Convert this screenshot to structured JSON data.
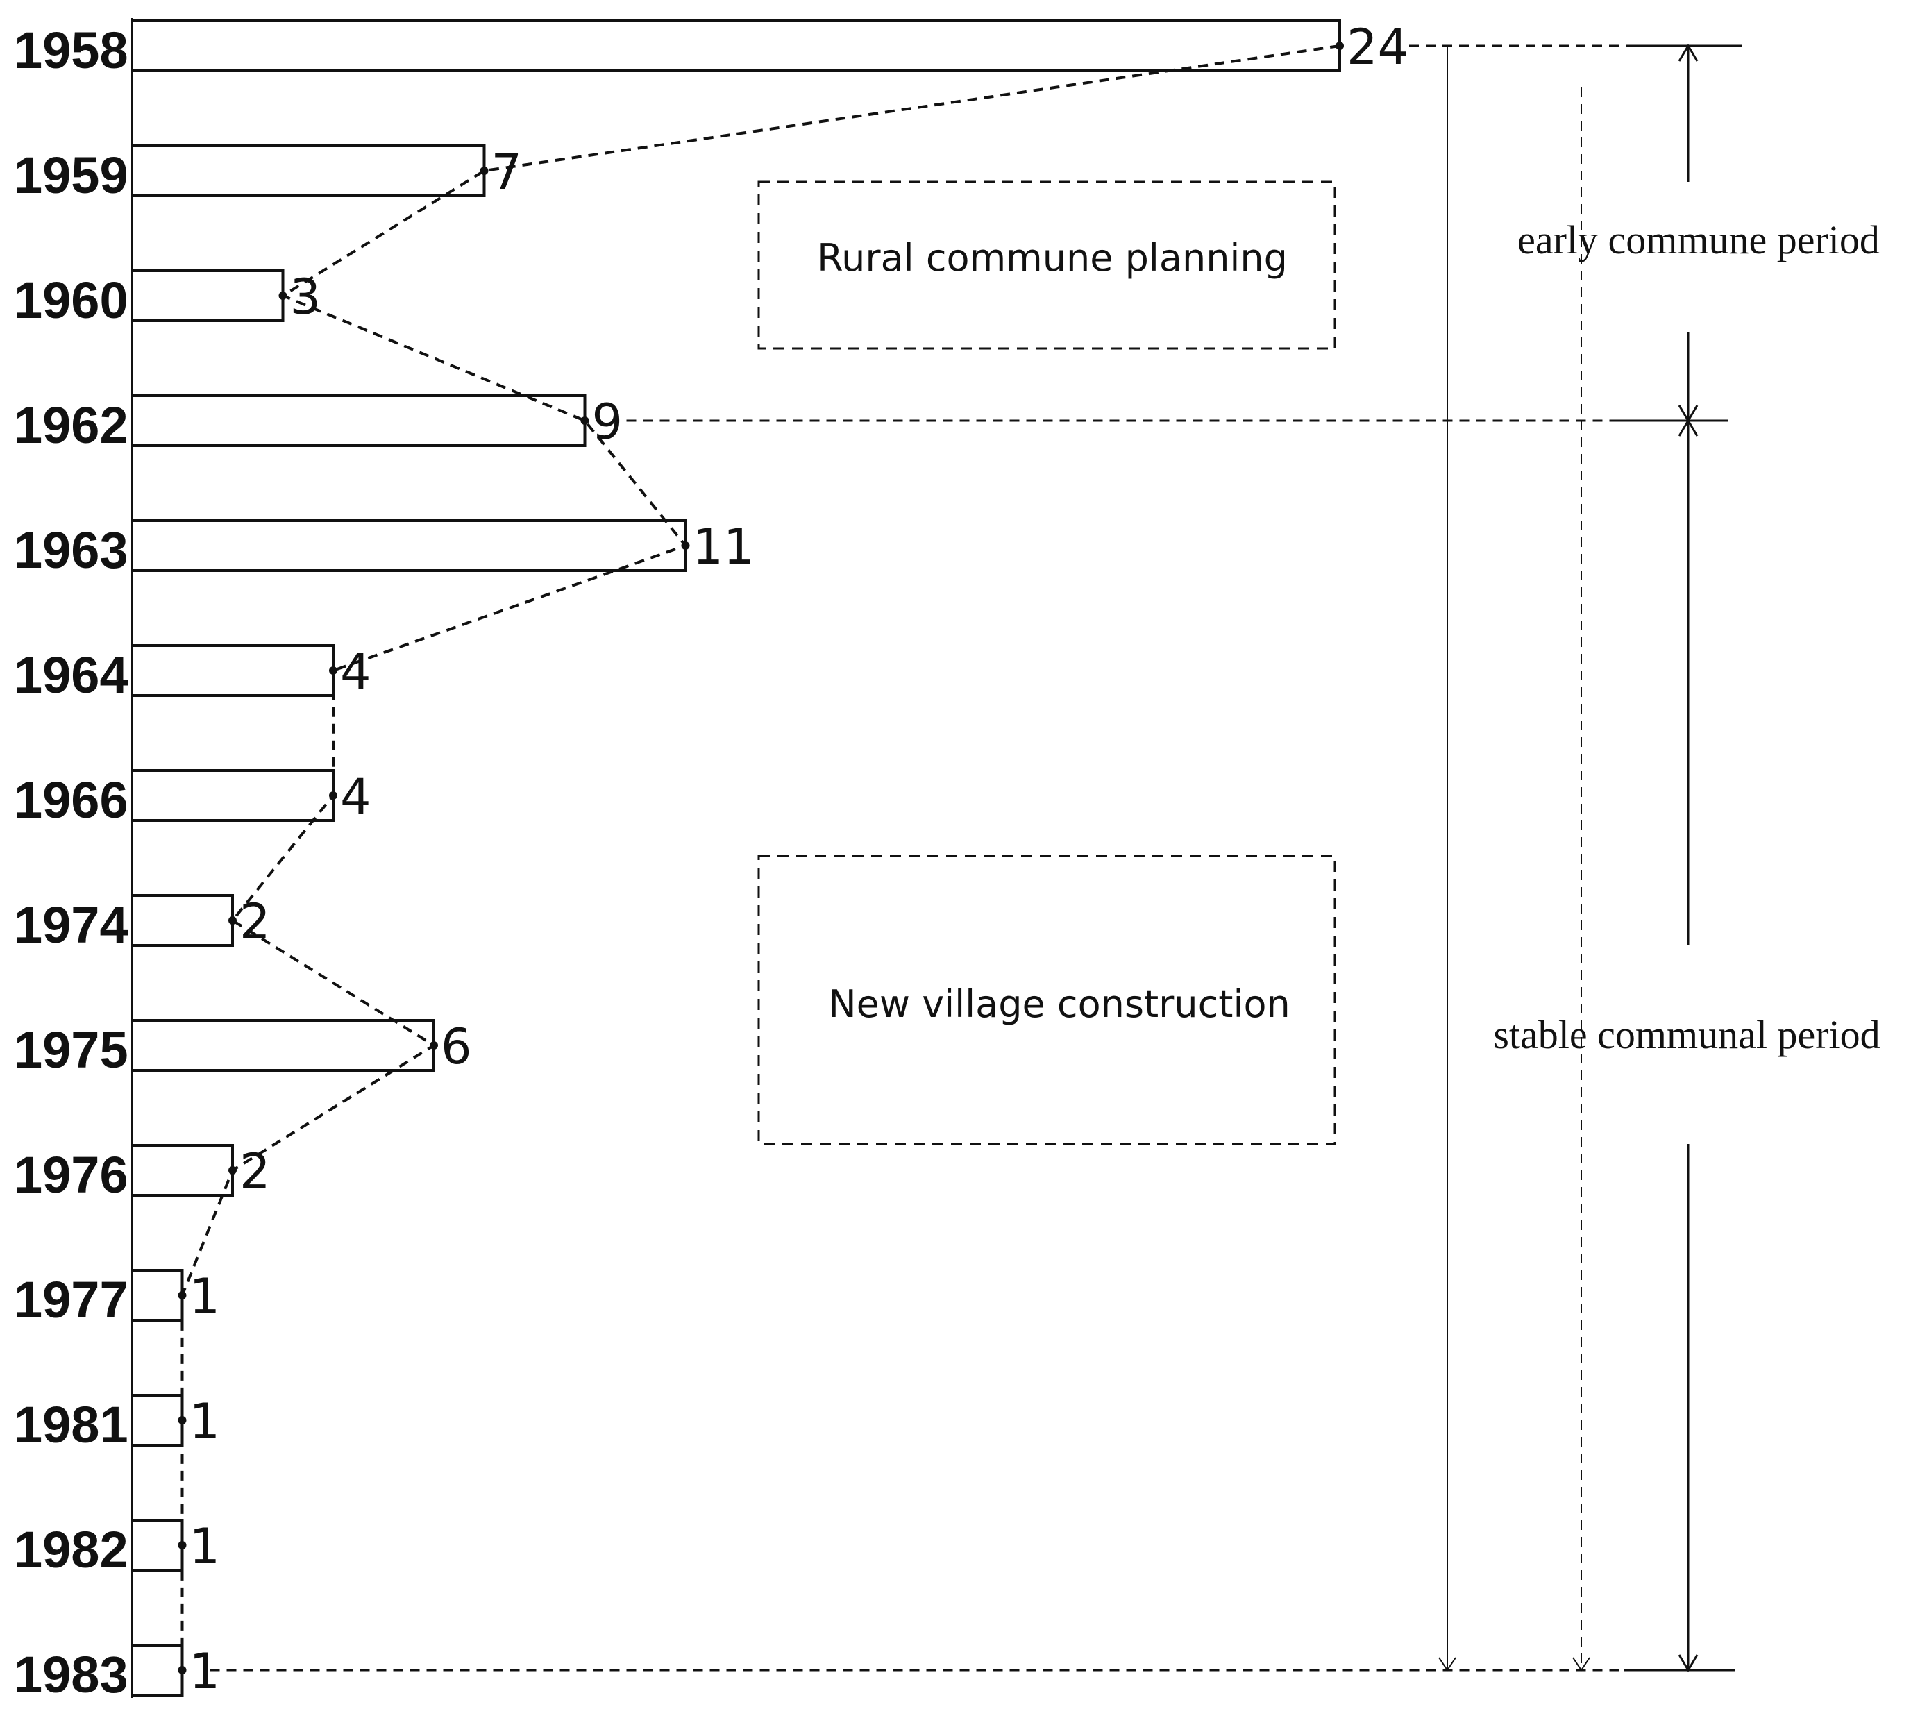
{
  "chart_data": {
    "type": "bar",
    "orientation": "horizontal",
    "categories": [
      "1958",
      "1959",
      "1960",
      "1962",
      "1963",
      "1964",
      "1966",
      "1974",
      "1975",
      "1976",
      "1977",
      "1981",
      "1982",
      "1983"
    ],
    "values": [
      24,
      7,
      3,
      9,
      11,
      4,
      4,
      2,
      6,
      2,
      1,
      1,
      1,
      1
    ],
    "title": "",
    "xlabel": "",
    "ylabel": "",
    "xlim": [
      0,
      24
    ],
    "grid": false,
    "trend_line": "dashed line connecting bar ends",
    "annotations": {
      "boxes": [
        {
          "text": "Rural commune planning"
        },
        {
          "text": "New village construction"
        }
      ],
      "periods": [
        {
          "label": "early commune period",
          "from": "1958",
          "to": "1962"
        },
        {
          "label": "stable communal period",
          "from": "1962",
          "to": "1983"
        }
      ]
    },
    "colors": {
      "stroke": "#111111",
      "fill": "#ffffff"
    }
  }
}
